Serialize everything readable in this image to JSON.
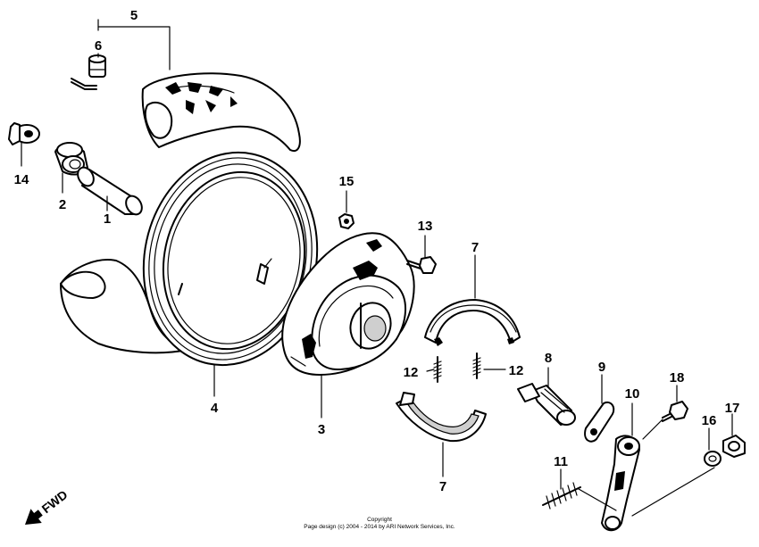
{
  "callouts": [
    {
      "id": "c1",
      "text": "1"
    },
    {
      "id": "c2",
      "text": "2"
    },
    {
      "id": "c3",
      "text": "3"
    },
    {
      "id": "c4",
      "text": "4"
    },
    {
      "id": "c5",
      "text": "5"
    },
    {
      "id": "c6",
      "text": "6"
    },
    {
      "id": "c7a",
      "text": "7"
    },
    {
      "id": "c7b",
      "text": "7"
    },
    {
      "id": "c8",
      "text": "8"
    },
    {
      "id": "c9",
      "text": "9"
    },
    {
      "id": "c10",
      "text": "10"
    },
    {
      "id": "c11",
      "text": "11"
    },
    {
      "id": "c12a",
      "text": "12"
    },
    {
      "id": "c12b",
      "text": "12"
    },
    {
      "id": "c13",
      "text": "13"
    },
    {
      "id": "c14",
      "text": "14"
    },
    {
      "id": "c15",
      "text": "15"
    },
    {
      "id": "c16",
      "text": "16"
    },
    {
      "id": "c17",
      "text": "17"
    },
    {
      "id": "c18",
      "text": "18"
    }
  ],
  "direction_label": "FWD",
  "footer": {
    "line1": "Copyright",
    "line2": "Page design (c) 2004 - 2014 by ARI Network Services, Inc."
  }
}
